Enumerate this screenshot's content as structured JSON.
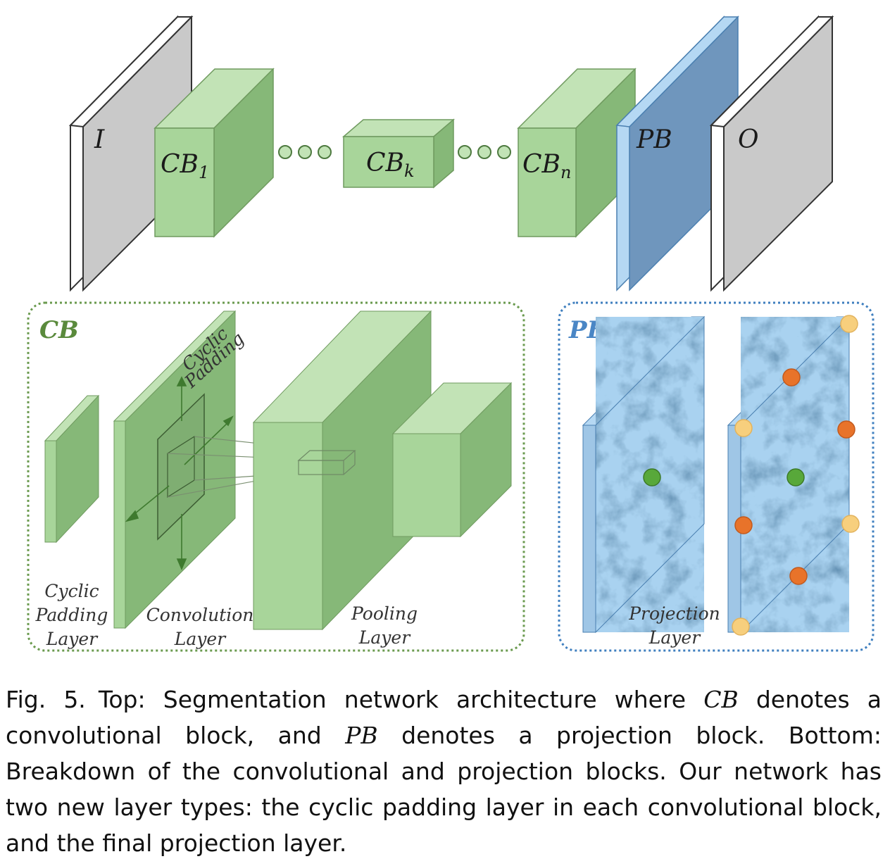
{
  "diagram": {
    "top_row": {
      "input_label": "I",
      "cb1_label": "CB",
      "cb1_sub": "1",
      "cbk_label": "CB",
      "cbk_sub": "k",
      "cbn_label": "CB",
      "cbn_sub": "n",
      "pb_label": "PB",
      "output_label": "O"
    },
    "cb_panel": {
      "title": "CB",
      "cyclic_padding_tag_line1": "Cyclic",
      "cyclic_padding_tag_line2": "Padding",
      "layer1_line1": "Cyclic",
      "layer1_line2": "Padding",
      "layer1_line3": "Layer",
      "layer2_line1": "Convolution",
      "layer2_line2": "Layer",
      "layer3_line1": "Pooling",
      "layer3_line2": "Layer"
    },
    "pb_panel": {
      "title": "PB",
      "layer_line1": "Projection",
      "layer_line2": "Layer"
    },
    "colors": {
      "green_front": "#a8d59a",
      "green_side": "#86b878",
      "green_top": "#c2e3b6",
      "gray": "#c8c8c8",
      "blue": "#9fc6e6",
      "cb_title": "#5a8a3c",
      "pb_title": "#4a86c5",
      "dot_green": "#58a83a",
      "dot_orange": "#e8732a",
      "dot_yellow": "#f7cf7d"
    }
  },
  "caption": {
    "fig_number": "Fig. 5.",
    "part1": "Top: Segmentation network architecture where ",
    "cb": "CB",
    "part2": " denotes a convolutional block, and ",
    "pb": "PB",
    "part3": " denotes a projection block. Bottom: Breakdown of the convolutional and projection blocks. Our network has two new layer types: the cyclic padding layer in each convolutional block, and the final projection layer."
  }
}
